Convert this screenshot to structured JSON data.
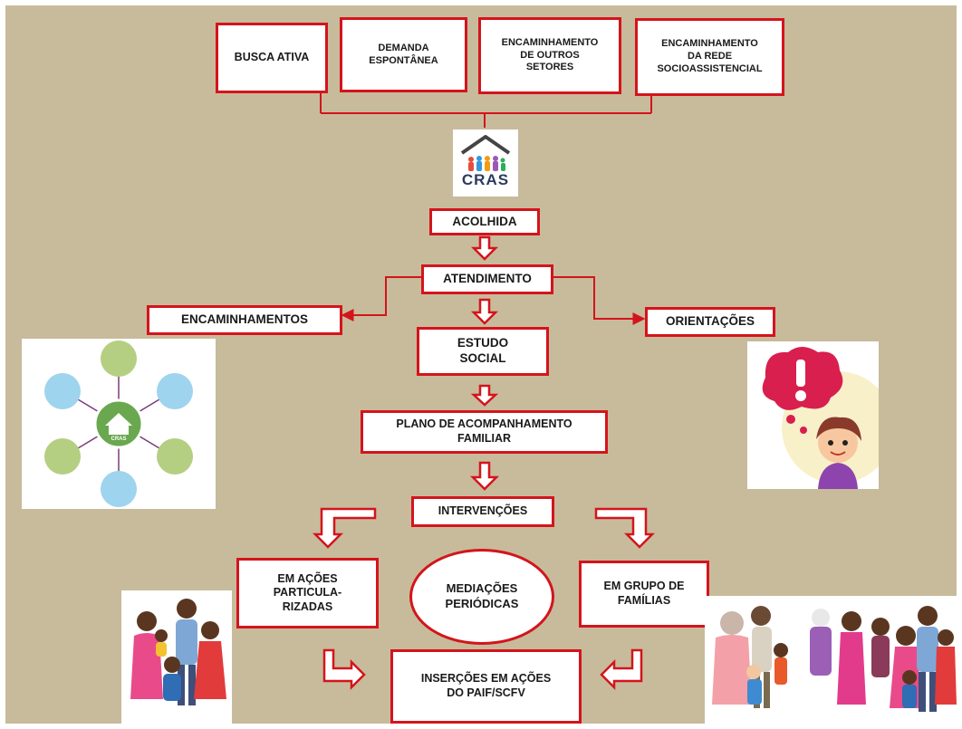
{
  "colors": {
    "background": "#c8bb9b",
    "border": "#d4141c",
    "box_fill": "#ffffff"
  },
  "sources": [
    "BUSCA ATIVA",
    "DEMANDA\nESPONTÂNEA",
    "ENCAMINHAMENTO\nDE OUTROS\nSETORES",
    "ENCAMINHAMENTO\nDA REDE\nSOCIOASSISTENCIAL"
  ],
  "logo": {
    "text": "CRAS"
  },
  "flow": {
    "acolhida": "ACOLHIDA",
    "atendimento": "ATENDIMENTO",
    "encaminhamentos": "ENCAMINHAMENTOS",
    "orientacoes": "ORIENTAÇÕES",
    "estudo_social": "ESTUDO\nSOCIAL",
    "plano": "PLANO DE ACOMPANHAMENTO\nFAMILIAR",
    "intervencoes": "INTERVENÇÕES",
    "acoes_particularizadas": "EM AÇÕES\nPARTICULA-\nRIZADAS",
    "mediacoes": "MEDIAÇÕES\nPERIÓDICAS",
    "grupo_familias": "EM GRUPO DE\nFAMÍLIAS",
    "insercoes": "INSERÇÕES EM AÇÕES\nDO PAIF/SCFV"
  },
  "illustrations": {
    "network_label": "CRAS",
    "icons": [
      "network-diagram-icon",
      "exclamation-thought-icon",
      "family-illustration-icon",
      "group-illustration-icon"
    ]
  }
}
